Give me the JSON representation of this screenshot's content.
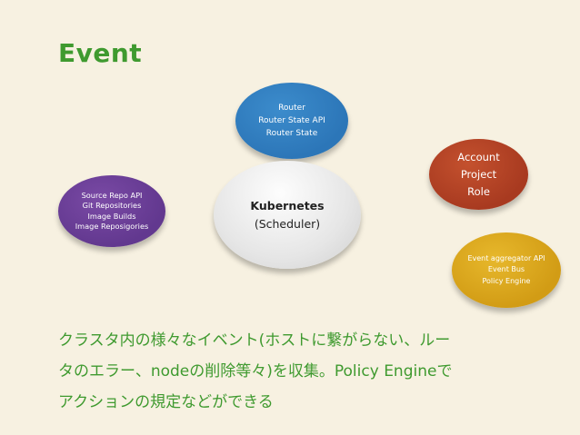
{
  "title": "Event",
  "nodes": {
    "router": {
      "lines": [
        "Router",
        "Router State API",
        "Router State"
      ],
      "color": "#2c76b8"
    },
    "source": {
      "lines": [
        "Source Repo API",
        "Git Repositories",
        "Image Builds",
        "Image Reposigories"
      ],
      "color": "#62388f"
    },
    "kubernetes": {
      "lines": [
        "Kubernetes",
        "(Scheduler)"
      ],
      "color": "#e6e6e6"
    },
    "account": {
      "lines": [
        "Account",
        "Project",
        "Role"
      ],
      "color": "#a83a20"
    },
    "aggregator": {
      "lines": [
        "Event aggregator API",
        "Event Bus",
        "Policy Engine"
      ],
      "color": "#d29c15"
    }
  },
  "description": [
    "クラスタ内の様々なイベント(ホストに繋がらない、ルー",
    "タのエラー、nodeの削除等々)を収集。Policy Engineで",
    "アクションの規定などができる"
  ],
  "colors": {
    "background": "#f7f1e1",
    "accent": "#3f9a2f"
  }
}
